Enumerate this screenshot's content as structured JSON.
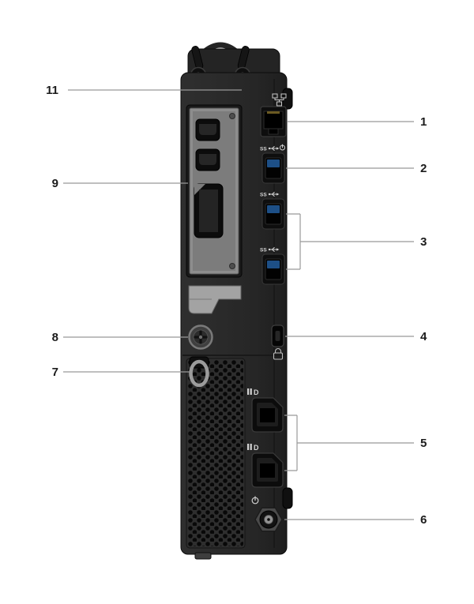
{
  "figure": {
    "type": "hardware-rear-view-diagram",
    "subject": "small-form-factor-desktop-rear-panel",
    "background": "#ffffff",
    "body_color": "#282828",
    "callout_line_color": "#999999",
    "callout_label_color": "#1b1b1b",
    "usb_accent_color": "#1d4f86"
  },
  "callouts": {
    "antenna": {
      "label": "11",
      "side": "left",
      "points_to": "external-antenna-connectors"
    },
    "network": {
      "label": "1",
      "side": "right",
      "points_to": "network-port"
    },
    "usb_powershare": {
      "label": "2",
      "side": "right",
      "points_to": "usb-port-with-powershare"
    },
    "usb_pair": {
      "label": "3",
      "side": "right",
      "points_to": "usb-ports"
    },
    "security": {
      "label": "4",
      "side": "right",
      "points_to": "security-cable-slot"
    },
    "displayports": {
      "label": "5",
      "side": "right",
      "points_to": "displayports"
    },
    "power": {
      "label": "6",
      "side": "right",
      "points_to": "power-connector"
    },
    "padlock": {
      "label": "7",
      "side": "left",
      "points_to": "padlock-ring"
    },
    "thumbscrew": {
      "label": "8",
      "side": "left",
      "points_to": "thumbscrew"
    },
    "video_optional": {
      "label": "9",
      "side": "left",
      "points_to": "optional-video-ports"
    }
  },
  "port_icons": {
    "superspeed_label": "SS",
    "displayport_label": "D"
  }
}
